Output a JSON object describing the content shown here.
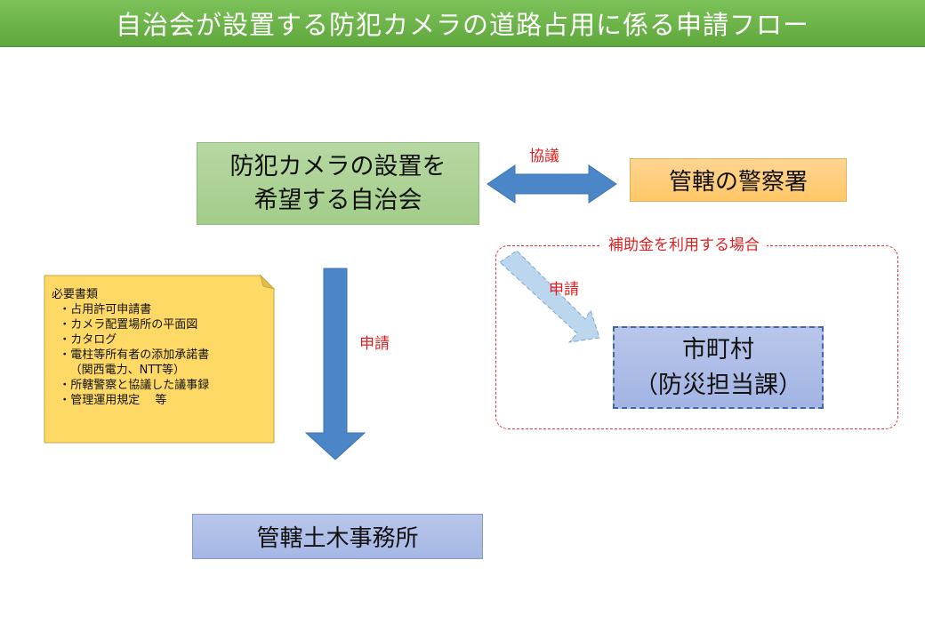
{
  "title": "自治会が設置する防犯カメラの道路占用に係る申請フロー",
  "nodes": {
    "jichikai": [
      "防犯カメラの設置を",
      "希望する自治会"
    ],
    "police": "管轄の警察署",
    "doboku": "管轄土木事務所",
    "city": [
      "市町村",
      "（防災担当課）"
    ]
  },
  "labels": {
    "kyogi": "協議",
    "shinsei_main": "申請",
    "shinsei_sub": "申請",
    "subsidy": "補助金を利用する場合"
  },
  "note": {
    "lines": [
      "必要書類",
      "  ・占用許可申請書",
      "  ・カメラ配置場所の平面図",
      "  ・カタログ",
      "  ・電柱等所有者の添加承諾書",
      "     （関西電力、NTT等）",
      "  ・所轄警察と協議した議事録",
      "  ・管理運用規定　 等"
    ]
  },
  "colors": {
    "title_bg": "#6db64a",
    "green_box": "#a9cf91",
    "orange_box": "#ffc96e",
    "blue_box": "#a9b9e6",
    "arrow_blue": "#4a86c8",
    "arrow_light": "#bcd6ee",
    "note_fill": "#ffd966",
    "red": "#e02020"
  }
}
